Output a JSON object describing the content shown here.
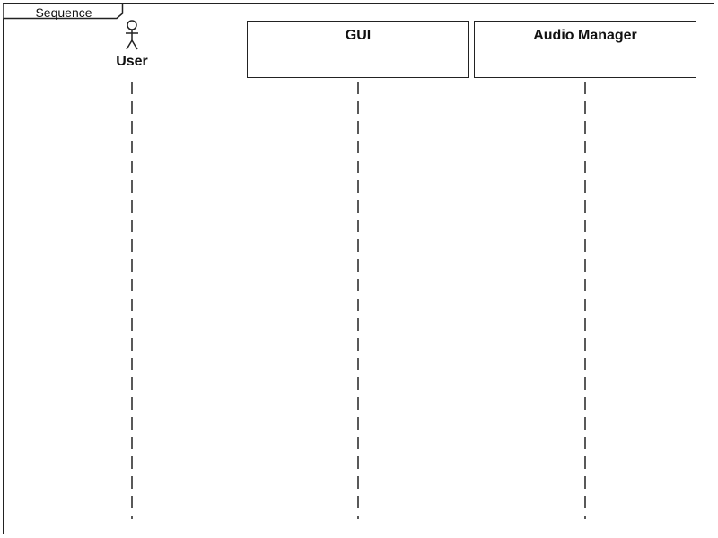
{
  "frame": {
    "title": "Sequence"
  },
  "participants": [
    {
      "kind": "actor",
      "name": "User",
      "icon": "stick-figure-icon"
    },
    {
      "kind": "object",
      "name": "GUI"
    },
    {
      "kind": "object",
      "name": "Audio Manager"
    }
  ]
}
